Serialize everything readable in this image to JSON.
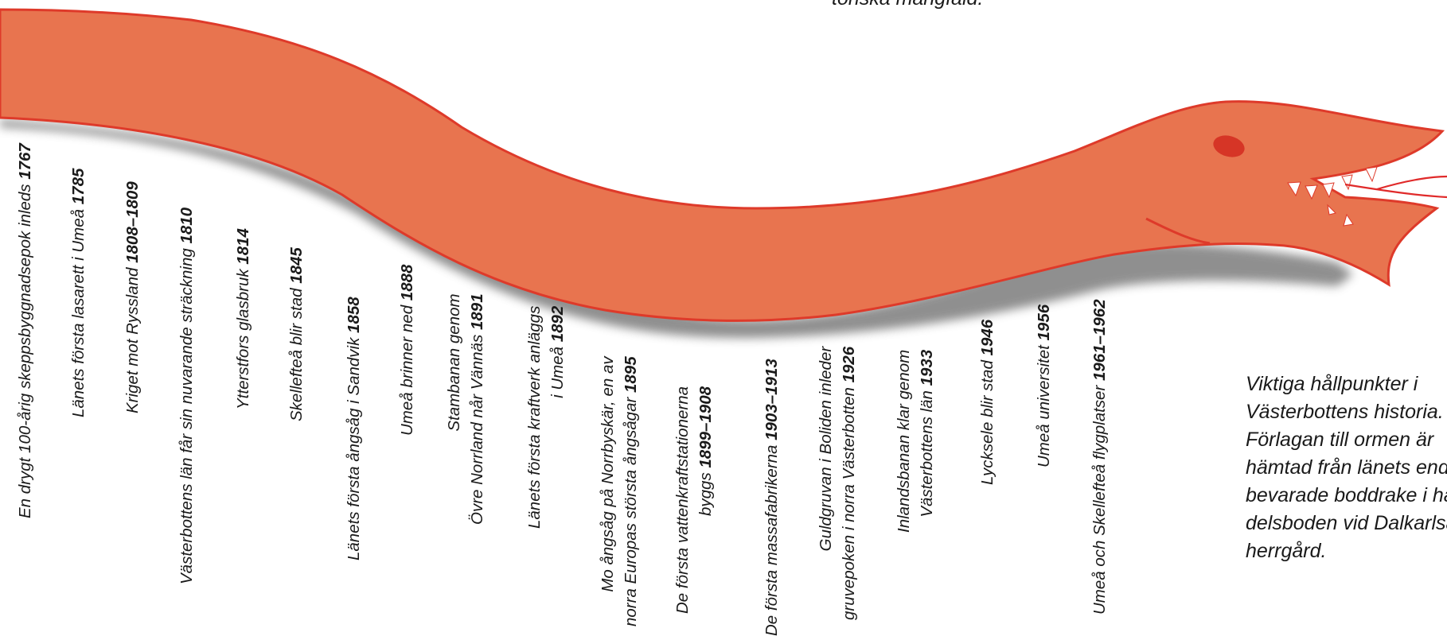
{
  "top_text": "toriska mångfald.",
  "milestones": [
    {
      "lines": [
        {
          "text": "En drygt 100-årig skeppsbyggnadsepok inleds ",
          "year": "1767"
        }
      ]
    },
    {
      "lines": [
        {
          "text": "Länets första lasarett i Umeå ",
          "year": "1785"
        }
      ]
    },
    {
      "lines": [
        {
          "text": "Kriget mot Ryssland ",
          "year": "1808–1809"
        }
      ]
    },
    {
      "lines": [
        {
          "text": "Västerbottens län får sin nuvarande sträckning ",
          "year": "1810"
        }
      ]
    },
    {
      "lines": [
        {
          "text": "Ytterstfors glasbruk ",
          "year": "1814"
        }
      ]
    },
    {
      "lines": [
        {
          "text": "Skellefteå blir stad ",
          "year": "1845"
        }
      ]
    },
    {
      "lines": [
        {
          "text": "Länets första ångsåg i Sandvik ",
          "year": "1858"
        }
      ]
    },
    {
      "lines": [
        {
          "text": "Umeå brinner ned ",
          "year": "1888"
        }
      ]
    },
    {
      "lines": [
        {
          "text": "Stambanan genom",
          "year": ""
        },
        {
          "text": "Övre Norrland når Vännäs ",
          "year": "1891"
        }
      ]
    },
    {
      "lines": [
        {
          "text": "Länets första kraftverk anläggs",
          "year": ""
        },
        {
          "text": "i Umeå ",
          "year": "1892"
        }
      ]
    },
    {
      "lines": [
        {
          "text": "Mo ångsåg på Norrbyskär, en av",
          "year": ""
        },
        {
          "text": "norra Europas största ångsågar ",
          "year": "1895"
        }
      ]
    },
    {
      "lines": [
        {
          "text": "De första vattenkraftstationerna",
          "year": ""
        },
        {
          "text": "byggs ",
          "year": "1899–1908"
        }
      ]
    },
    {
      "lines": [
        {
          "text": "De första massafabrikerna ",
          "year": "1903–1913"
        }
      ]
    },
    {
      "lines": [
        {
          "text": "Guldgruvan i Boliden inleder",
          "year": ""
        },
        {
          "text": "gruvepoken i norra Västerbotten ",
          "year": "1926"
        }
      ]
    },
    {
      "lines": [
        {
          "text": "Inlandsbanan klar genom",
          "year": ""
        },
        {
          "text": "Västerbottens län ",
          "year": "1933"
        }
      ]
    },
    {
      "lines": [
        {
          "text": "Lycksele blir stad ",
          "year": "1946"
        }
      ]
    },
    {
      "lines": [
        {
          "text": "Umeå universitet ",
          "year": "1956"
        }
      ]
    },
    {
      "lines": [
        {
          "text": "Umeå och Skellefteå flygplatser ",
          "year": "1961–1962"
        }
      ]
    }
  ],
  "caption": [
    "Viktiga hållpunkter i",
    "Västerbottens historia.",
    "Förlagan till ormen är",
    "hämtad från länets enda",
    "bevarade boddrake i han-",
    "delsboden vid Dalkarlså",
    "herrgård."
  ],
  "colors": {
    "serpent_fill": "#e8744f",
    "serpent_edge": "#de3a2a",
    "shadow": "#6b6b6b",
    "eye": "#d63526",
    "tongue": "#e02a2a",
    "teeth": "#ffffff"
  }
}
